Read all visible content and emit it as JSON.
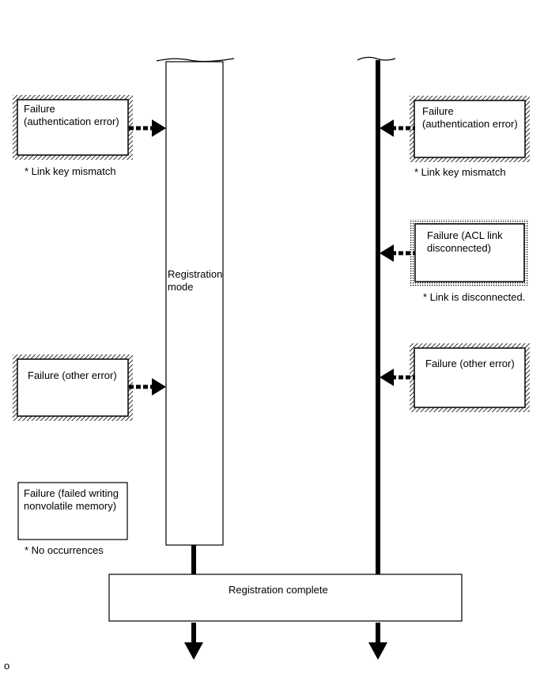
{
  "left_column": {
    "mode_label": "Registration\nmode",
    "box_auth": {
      "label": "Failure\n(authentication error)",
      "note": "* Link key mismatch"
    },
    "box_other": {
      "label": "Failure (other error)"
    },
    "box_nvm": {
      "label": "Failure (failed writing\nnonvolatile memory)",
      "note": "* No occurrences"
    }
  },
  "right_column": {
    "box_auth": {
      "label": "Failure\n(authentication error)",
      "note": "* Link key mismatch"
    },
    "box_acl": {
      "label": "Failure (ACL link\ndisconnected)",
      "note": "* Link is disconnected."
    },
    "box_other": {
      "label": "Failure (other error)"
    }
  },
  "bottom": {
    "complete_label": "Registration complete"
  },
  "footer": {
    "code": "o"
  }
}
